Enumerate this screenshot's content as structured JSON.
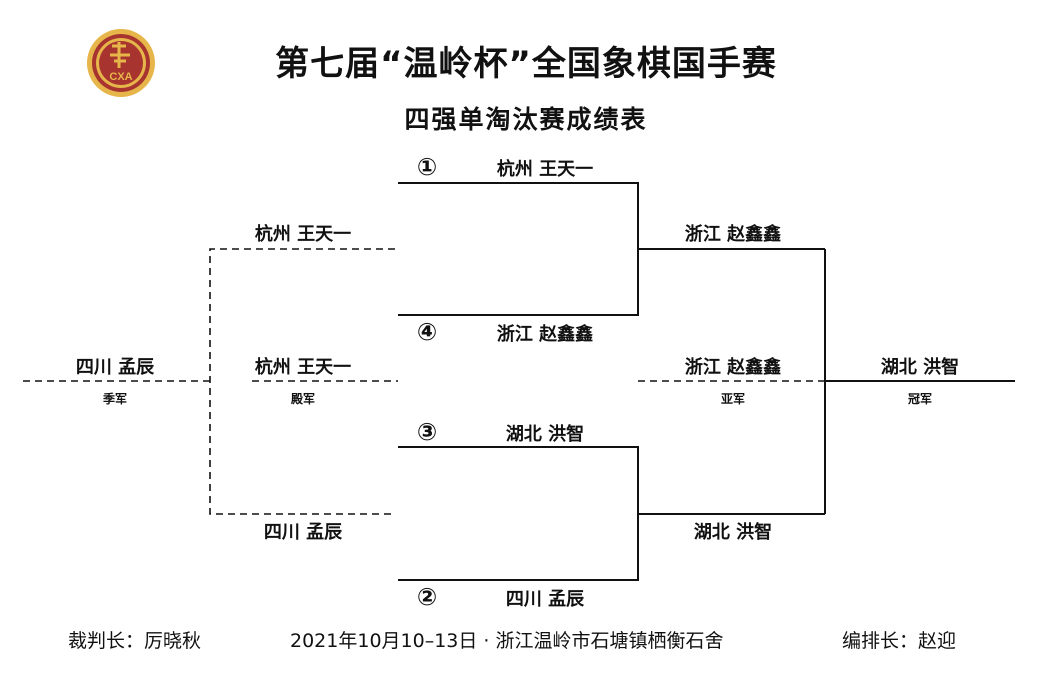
{
  "header": {
    "title": "第七届“温岭杯”全国象棋国手赛",
    "subtitle": "四强单淘汰赛成绩表"
  },
  "logo": {
    "text": "CXA",
    "icon": "cxa-emblem-icon",
    "color": "#a8342f",
    "ring_color": "#e7b64a"
  },
  "semifinal_players": [
    {
      "seed": "①",
      "name": "杭州 王天一"
    },
    {
      "seed": "④",
      "name": "浙江 赵鑫鑫"
    },
    {
      "seed": "③",
      "name": "湖北 洪智"
    },
    {
      "seed": "②",
      "name": "四川 孟辰"
    }
  ],
  "final": {
    "upper_winner": "浙江 赵鑫鑫",
    "lower_winner": "湖北 洪智",
    "champion": "湖北 洪智",
    "champion_label": "冠军",
    "runner_up": "浙江 赵鑫鑫",
    "runner_up_label": "亚军"
  },
  "third_place": {
    "upper_loser": "杭州 王天一",
    "lower_loser": "四川 孟辰",
    "fourth": "杭州 王天一",
    "fourth_label": "殿军",
    "third": "四川 孟辰",
    "third_label": "季军"
  },
  "footer": {
    "chief_referee": "裁判长：厉晓秋",
    "date_place": "2021年10月10–13日 · 浙江温岭市石塘镇栖衡石舍",
    "scheduler": "编排长：赵迎"
  }
}
